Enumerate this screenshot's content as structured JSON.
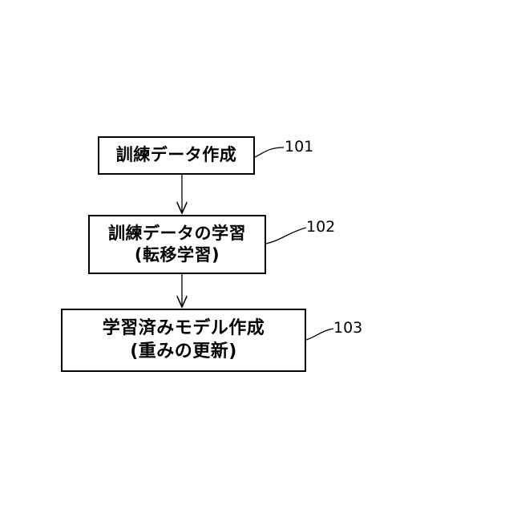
{
  "steps": [
    {
      "lines": [
        "訓練データ作成"
      ],
      "ref": "101"
    },
    {
      "lines": [
        "訓練データの学習",
        "(転移学習)"
      ],
      "ref": "102"
    },
    {
      "lines": [
        "学習済みモデル作成",
        "(重みの更新)"
      ],
      "ref": "103"
    }
  ]
}
